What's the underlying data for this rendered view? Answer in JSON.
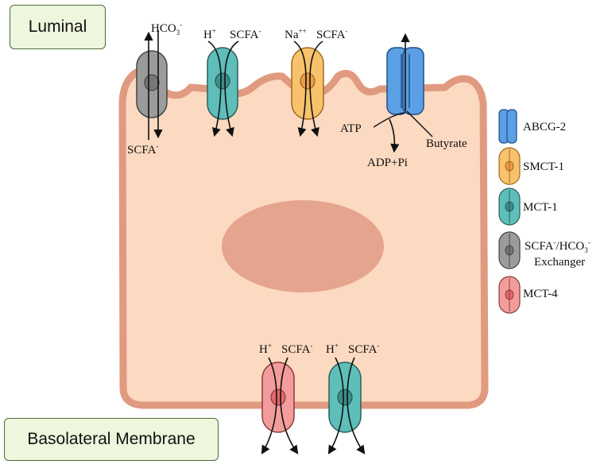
{
  "labels": {
    "luminal": "Luminal",
    "basolateral": "Basolateral Membrane",
    "hco3": "HCO",
    "hco3_sub": "3",
    "hco3_sup": "-",
    "scfa": "SCFA",
    "minus": "-",
    "h": "H",
    "plus": "+",
    "na": "Na",
    "plusplus": "++",
    "atp": "ATP",
    "adp": "ADP+Pi",
    "butyrate": "Butyrate"
  },
  "legend": [
    {
      "label": "ABCG-2",
      "color": "#5b9fe4"
    },
    {
      "label": "SMCT-1",
      "color": "#f7c26b"
    },
    {
      "label": "MCT-1",
      "color": "#5ebeb9"
    },
    {
      "label": "SCFA",
      "label_sup": "-",
      "label_mid": "/HCO",
      "label_sub": "3",
      "label_sup2": "-",
      "label_line2": "Exchanger",
      "color": "#9b9b9b"
    },
    {
      "label": "MCT-4",
      "color": "#f39c9c"
    }
  ]
}
